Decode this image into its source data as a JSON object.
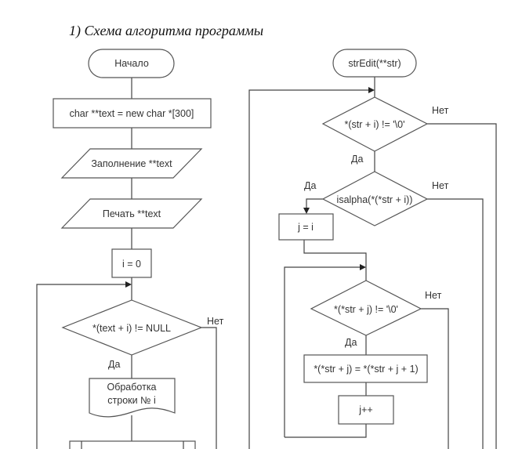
{
  "title": "1) Схема алгоритма программы",
  "main_flow": {
    "start": "Начало",
    "alloc": "char **text = new char *[300]",
    "fill": "Заполнение **text",
    "print": "Печать **text",
    "init": "i = 0",
    "condition": "*(text + i) != NULL",
    "yes": "Да",
    "no": "Нет",
    "process_line1": "Обработка",
    "process_line2": "строки № i"
  },
  "str_edit": {
    "start": "strEdit(**str)",
    "cond1": "*(str + i) != '\\0'",
    "cond1_no": "Нет",
    "cond1_yes": "Да",
    "cond2": "isalpha(*(*str + i))",
    "cond2_yes": "Да",
    "cond2_no": "Нет",
    "assign_j": "j = i",
    "cond3": "*(*str + j) != '\\0'",
    "cond3_no": "Нет",
    "cond3_yes": "Да",
    "shift": "*(*str + j) = *(*str + j + 1)",
    "increment": "j++"
  }
}
